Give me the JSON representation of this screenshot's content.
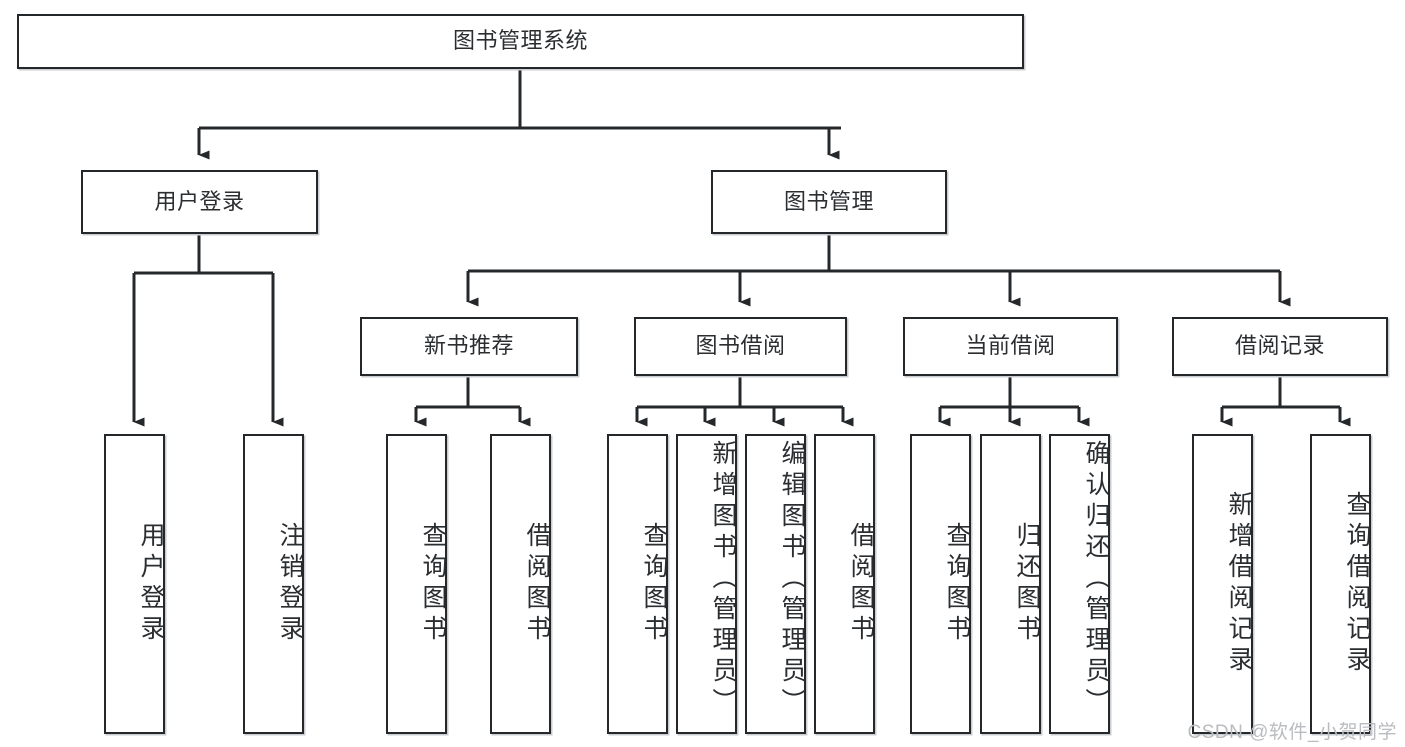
{
  "diagram": {
    "type": "tree",
    "title": "图书管理系统",
    "root": {
      "label": "图书管理系统"
    },
    "level2": [
      {
        "label": "用户登录"
      },
      {
        "label": "图书管理"
      }
    ],
    "level3": [
      {
        "label": "新书推荐"
      },
      {
        "label": "图书借阅"
      },
      {
        "label": "当前借阅"
      },
      {
        "label": "借阅记录"
      }
    ],
    "leaves": {
      "user_login": [
        {
          "label": "用户登录"
        },
        {
          "label": "注销登录"
        }
      ],
      "new_book_recommend": [
        {
          "label": "查询图书"
        },
        {
          "label": "借阅图书"
        }
      ],
      "book_borrow": [
        {
          "label": "查询图书"
        },
        {
          "label": "新增图书（管理员）"
        },
        {
          "label": "编辑图书（管理员）"
        },
        {
          "label": "借阅图书"
        }
      ],
      "current_borrow": [
        {
          "label": "查询图书"
        },
        {
          "label": "归还图书"
        },
        {
          "label": "确认归还（管理员）"
        }
      ],
      "borrow_record": [
        {
          "label": "新增借阅记录"
        },
        {
          "label": "查询借阅记录"
        }
      ]
    }
  },
  "watermark": {
    "text": "CSDN @软件_小贺同学"
  },
  "colors": {
    "border": "#25282b",
    "text": "#2b2e31",
    "background": "#ffffff",
    "watermark": "#b9bcc0"
  }
}
